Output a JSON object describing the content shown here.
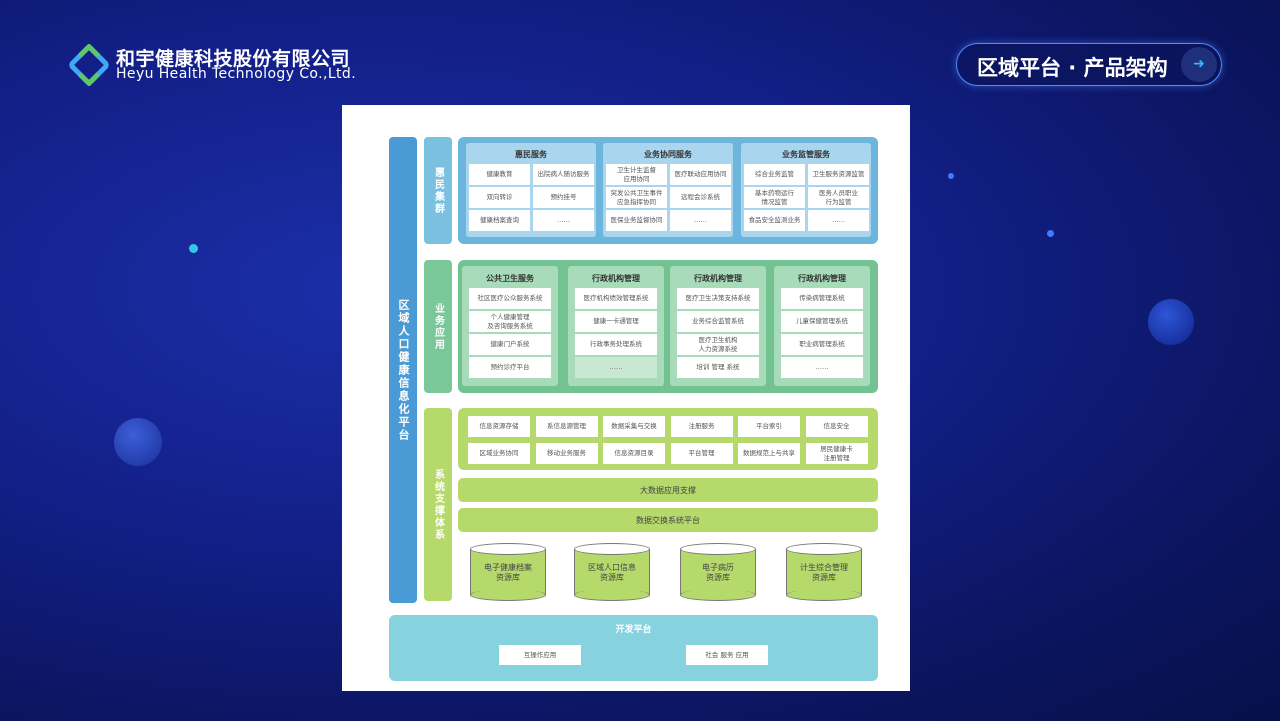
{
  "header": {
    "company_cn": "和宇健康科技股份有限公司",
    "company_en": "Heyu Health Technology Co.,Ltd.",
    "page_title": "区域平台 · 产品架构",
    "arrow": "➜"
  },
  "colors": {
    "blue_bar": "#4a9ad6",
    "service": "#6cb6dd",
    "application": "#73c292",
    "support": "#b5d96a",
    "dev": "#86d3df"
  },
  "diagram": {
    "platform_label": "区域人口健康信息化平台",
    "service_cluster": {
      "label": "惠民集群",
      "panels": [
        {
          "title": "惠民服务",
          "cells": [
            "健康教育",
            "出院病人随访服务",
            "双向转诊",
            "预约挂号",
            "健康档案查询",
            "……"
          ]
        },
        {
          "title": "业务协同服务",
          "cells": [
            "卫生计生监督\n应用协同",
            "医疗联动应用协同",
            "突发公共卫生事件\n应急指挥协同",
            "远程会诊系统",
            "医保业务监督协同",
            "……"
          ]
        },
        {
          "title": "业务监管服务",
          "cells": [
            "综合业务监管",
            "卫生服务资源监管",
            "基本药物运行\n情况监管",
            "医务人员职业\n行为监管",
            "食品安全监测业务",
            "……"
          ]
        }
      ]
    },
    "business_app": {
      "label": "业务应用",
      "panels": [
        {
          "title": "公共卫生服务",
          "cells": [
            "社区医疗公众服务系统",
            "个人健康管理\n及咨询服务系统",
            "健康门户系统",
            "预约诊疗平台"
          ]
        },
        {
          "title": "行政机构管理",
          "cells": [
            "医疗机构绩效管理系统",
            "健康一卡通管理",
            "行政事务处理系统",
            "……"
          ]
        },
        {
          "title": "行政机构管理",
          "cells": [
            "医疗卫生决策支持系统",
            "业务综合监管系统",
            "医疗卫生机构\n人力资源系统",
            "培训 管理 系统"
          ]
        },
        {
          "title": "行政机构管理",
          "cells": [
            "传染病管理系统",
            "儿童保健管理系统",
            "职业病管理系统",
            "……"
          ]
        }
      ]
    },
    "support": {
      "label": "系统支撑体系",
      "cells": [
        "信息资源存储",
        "系信息源管理",
        "数据采集与交换",
        "注册服务",
        "平台索引",
        "信息安全",
        "区域业务协同",
        "移动业务服务",
        "信息资源目录",
        "平台管理",
        "数据规范上与共享",
        "居民健康卡\n注册管理"
      ],
      "bars": [
        "大数据应用支撑",
        "数据交换系统平台"
      ],
      "databases": [
        "电子健康档案\n资源库",
        "区域人口信息\n资源库",
        "电子病历\n资源库",
        "计生综合管理\n资源库"
      ]
    },
    "dev_platform": {
      "title": "开发平台",
      "items": [
        "互操作应用",
        "社会 服务 应用"
      ]
    }
  }
}
